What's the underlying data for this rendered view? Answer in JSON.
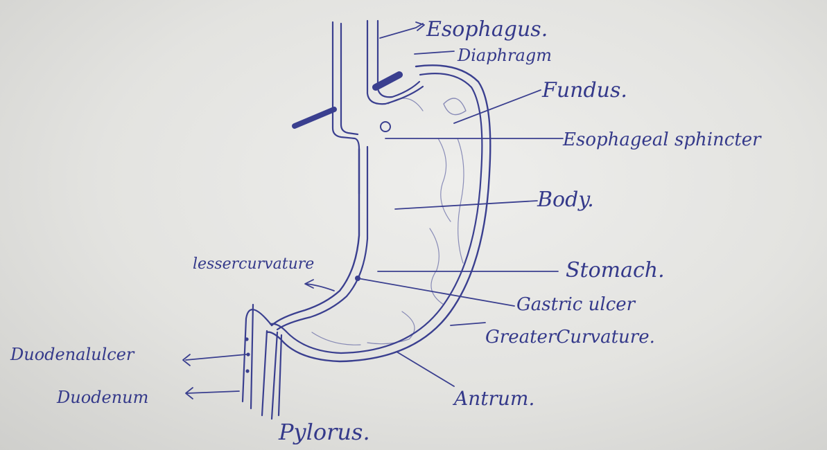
{
  "diagram": {
    "labels": {
      "esophagus": "Esophagus.",
      "diaphragm": "Diaphragm",
      "fundus": "Fundus.",
      "esophageal_sphincter": "Esophageal sphincter",
      "body": "Body.",
      "stomach": "Stomach.",
      "gastric_ulcer": "Gastric ulcer",
      "greater_curvature": "GreaterCurvature.",
      "lesser_curvature": "lessercurvature",
      "duodenal_ulcer": "Duodenalulcer",
      "duodenum": "Duodenum",
      "antrum": "Antrum.",
      "pylorus": "Pylorus."
    },
    "ink_color": "#3a3f8f",
    "paper_color": "#e9e9e6"
  }
}
